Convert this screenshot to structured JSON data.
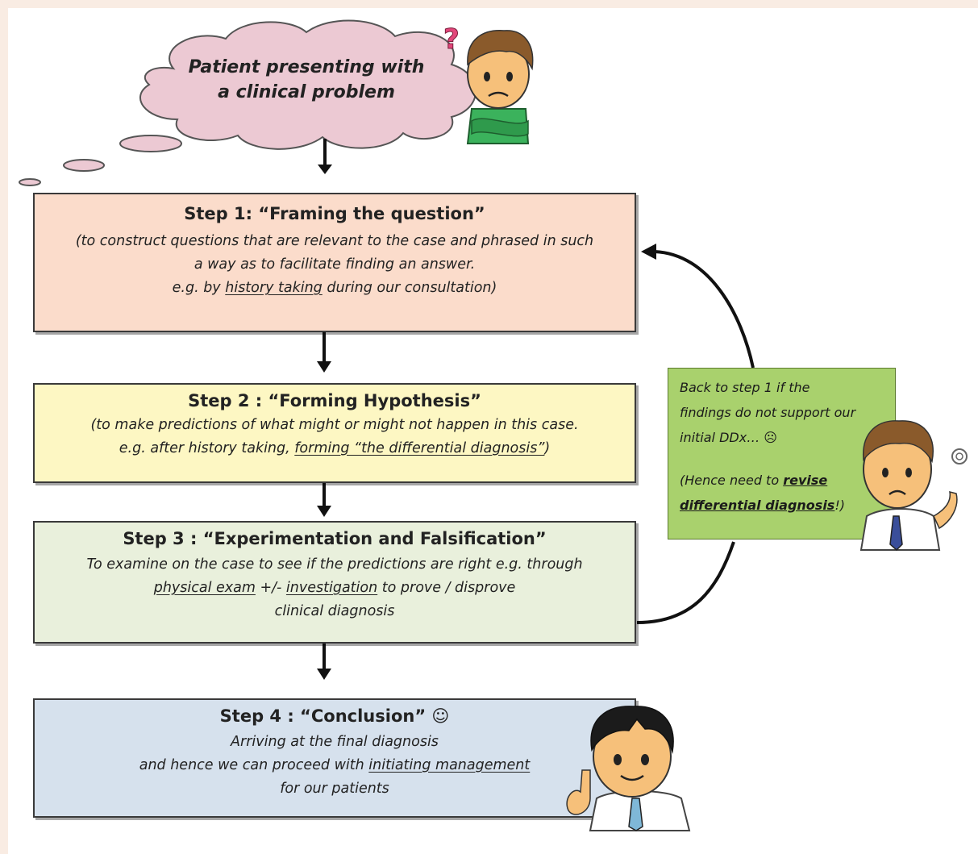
{
  "cloud": {
    "line1": "Patient presenting with",
    "line2": "a clinical problem"
  },
  "steps": [
    {
      "title": "Step 1: “Framing the question”",
      "line1": "(to construct questions that are relevant to the case and phrased in such",
      "line2": "a way as to facilitate finding an answer.",
      "line3_pre": "e.g. by ",
      "line3_u": "history taking",
      "line3_post": " during our consultation)"
    },
    {
      "title": "Step 2 : “Forming Hypothesis”",
      "line1": "(to make predictions of what might or might not happen in this case.",
      "line2_pre": "e.g. after history taking, ",
      "line2_u": "forming “the differential diagnosis”",
      "line2_post": ")"
    },
    {
      "title": "Step 3 : “Experimentation and Falsification”",
      "line1": "To examine on the case to see if the predictions are right e.g. through",
      "line2_u1": "physical exam",
      "line2_mid": " +/- ",
      "line2_u2": "investigation",
      "line2_post": " to prove / disprove",
      "line3": "clinical diagnosis"
    },
    {
      "title": "Step 4 : “Conclusion” ☺",
      "line1": "Arriving at the final diagnosis",
      "line2_pre": "and hence we can proceed with ",
      "line2_u": "initiating management",
      "line3": "for our patients"
    }
  ],
  "note": {
    "line1": "Back to step 1 if the",
    "line2": "findings do not support our",
    "line3": "initial DDx… ☹",
    "line4_pre": "(Hence need to ",
    "line4_b": "revise",
    "line5_b": "differential diagnosis",
    "line5_post": "!)"
  },
  "colors": {
    "step1": "#fbdccb",
    "step2": "#fdf7c3",
    "step3": "#e9f0dc",
    "step4": "#d6e1ed",
    "note": "#a9d16d",
    "cloud": "#ecc9d3"
  },
  "icons": [
    "thought-cloud-icon",
    "confused-patient-icon",
    "worried-doctor-icon",
    "happy-doctor-icon",
    "arrow-down-icon",
    "loop-back-arrow-icon"
  ]
}
